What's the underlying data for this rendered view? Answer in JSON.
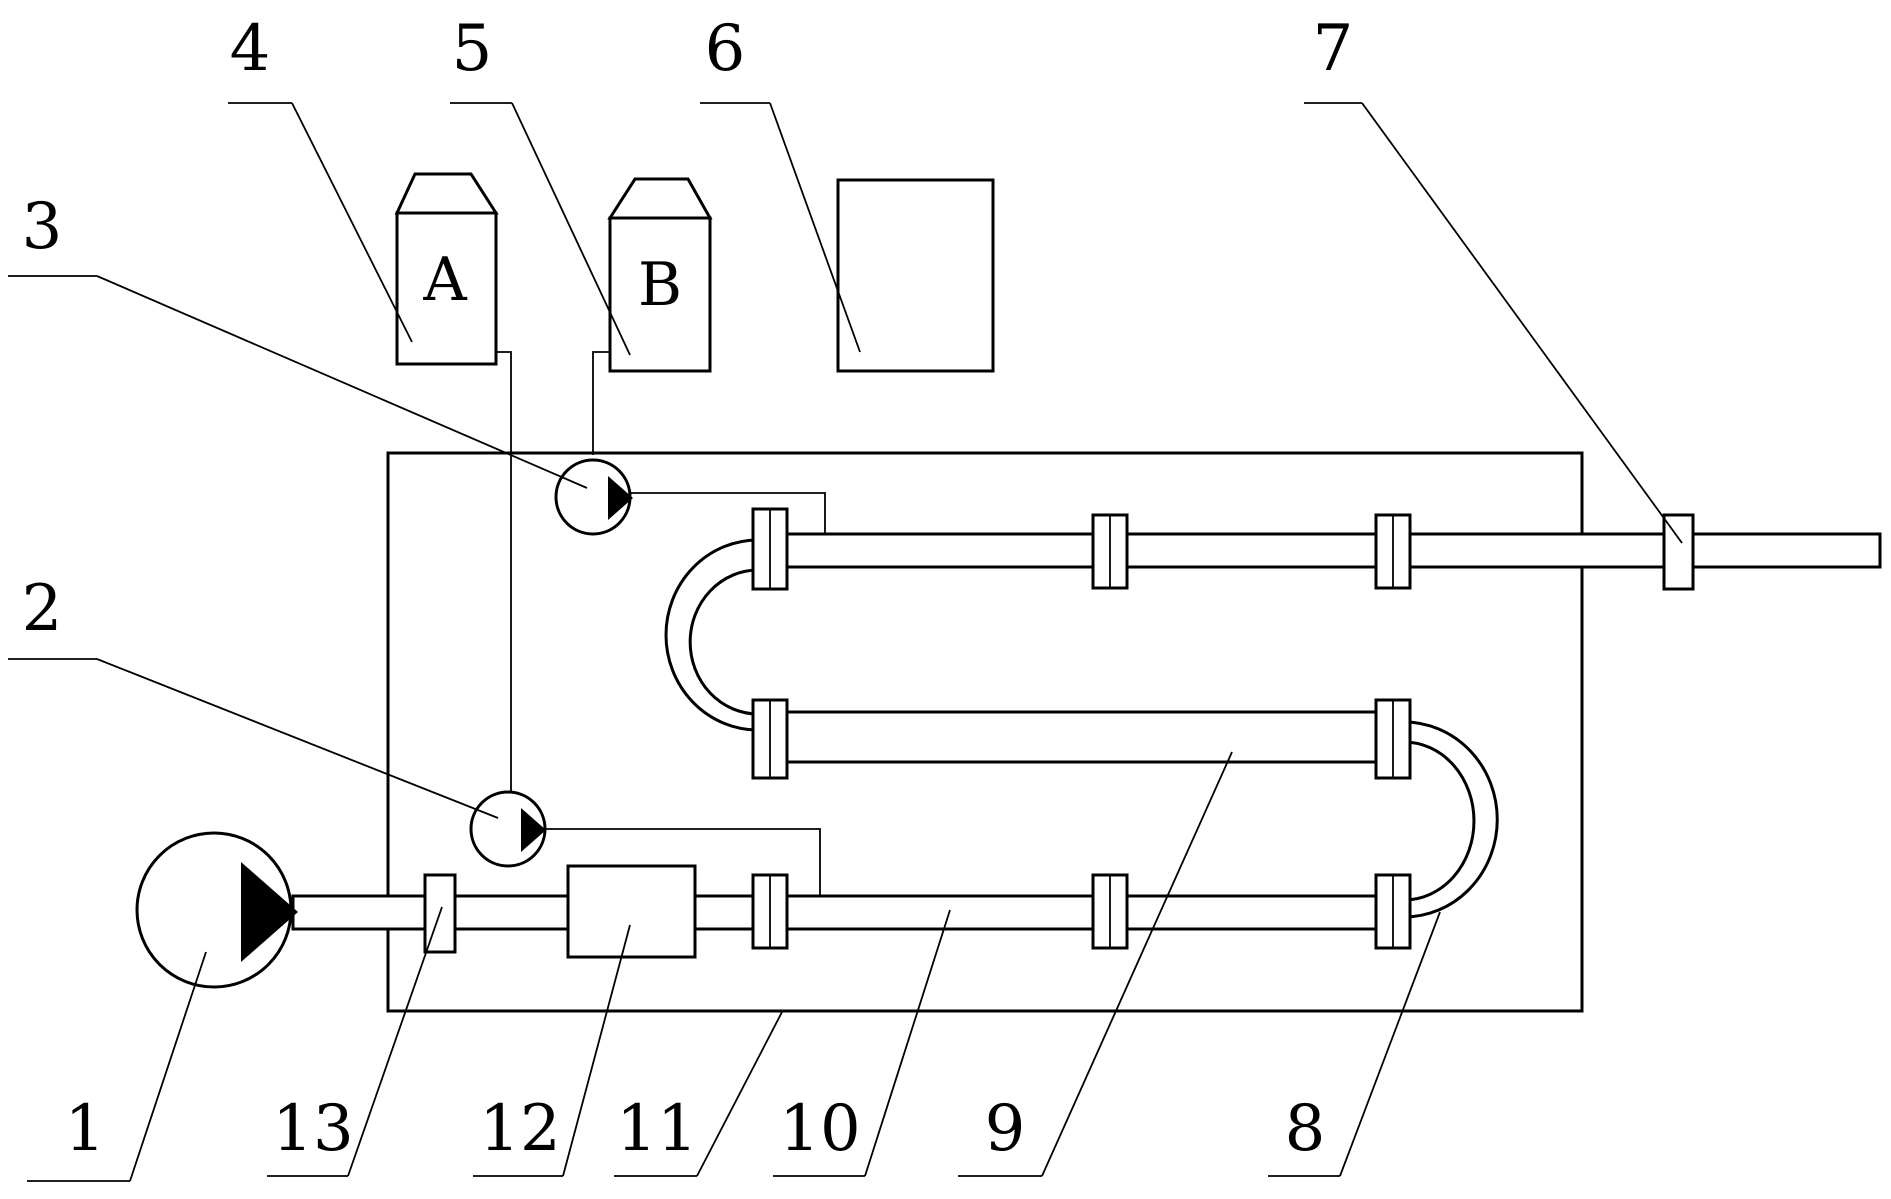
{
  "tanks": {
    "a_letter": "A",
    "b_letter": "B"
  },
  "labels": {
    "n1": "1",
    "n2": "2",
    "n3": "3",
    "n4": "4",
    "n5": "5",
    "n6": "6",
    "n7": "7",
    "n8": "8",
    "n9": "9",
    "n10": "10",
    "n11": "11",
    "n12": "12",
    "n13": "13"
  }
}
